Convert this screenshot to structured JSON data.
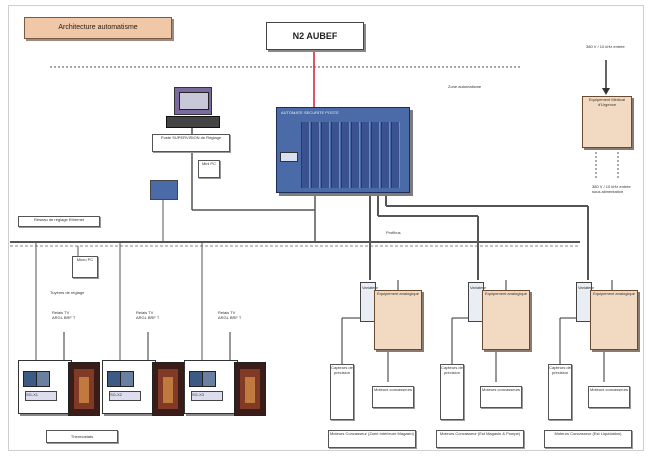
{
  "diagram": {
    "title": "Architecture automatisme",
    "n2_label": "N2 AUBEF",
    "zone_label": "Zone automatisme",
    "plc_title": "AUTOMATE SECURITE POSTE",
    "hmi_label": "Poste SUPERVISION de Réglage",
    "small_hmi": "Mini PC",
    "network_label": "Réseau de réglage Ethernet",
    "bus_label": "Profibus",
    "left_module": "Micro PC",
    "thermal_label": "Tuyères de réglage",
    "sensor_labels": [
      "Relais TV ARGL BRF T",
      "Relais TV ARGL BRF T",
      "Relais TV ARGL BRF T"
    ],
    "cab_labels": [
      "SG-X1",
      "SG-X2",
      "SG-X3"
    ],
    "bottom_left_label": "Thermostats",
    "top_right_unit": "Equipement Médical d'Urgence",
    "top_right_in": "380 V / 10 kHz entrée",
    "top_right_out": "380 V / 10 kHz entrée sous alimentation",
    "motor_units": [
      {
        "mod": "Variateur",
        "tan": "Equipement analogique",
        "left": "Capteurs de précision",
        "out": "Moteurs concasseurs",
        "footer": "Moteurs Concasseur (Zone Intérieure Magasin)"
      },
      {
        "mod": "Variateur",
        "tan": "Equipement analogique",
        "left": "Capteurs de précision",
        "out": "Moteurs concasseurs",
        "footer": "Moteurs Concasseur (Est Magasin & Pompe)"
      },
      {
        "mod": "Variateur",
        "tan": "Equipement analogique",
        "left": "Capteurs de précision",
        "out": "Moteurs concasseurs",
        "footer": "Moteurs Concasseur (Est Liquidation)"
      }
    ]
  },
  "colors": {
    "plc_blue": "#4a6aa8",
    "accent_red": "#cc1f2a",
    "tan": "#f2d9c2"
  }
}
